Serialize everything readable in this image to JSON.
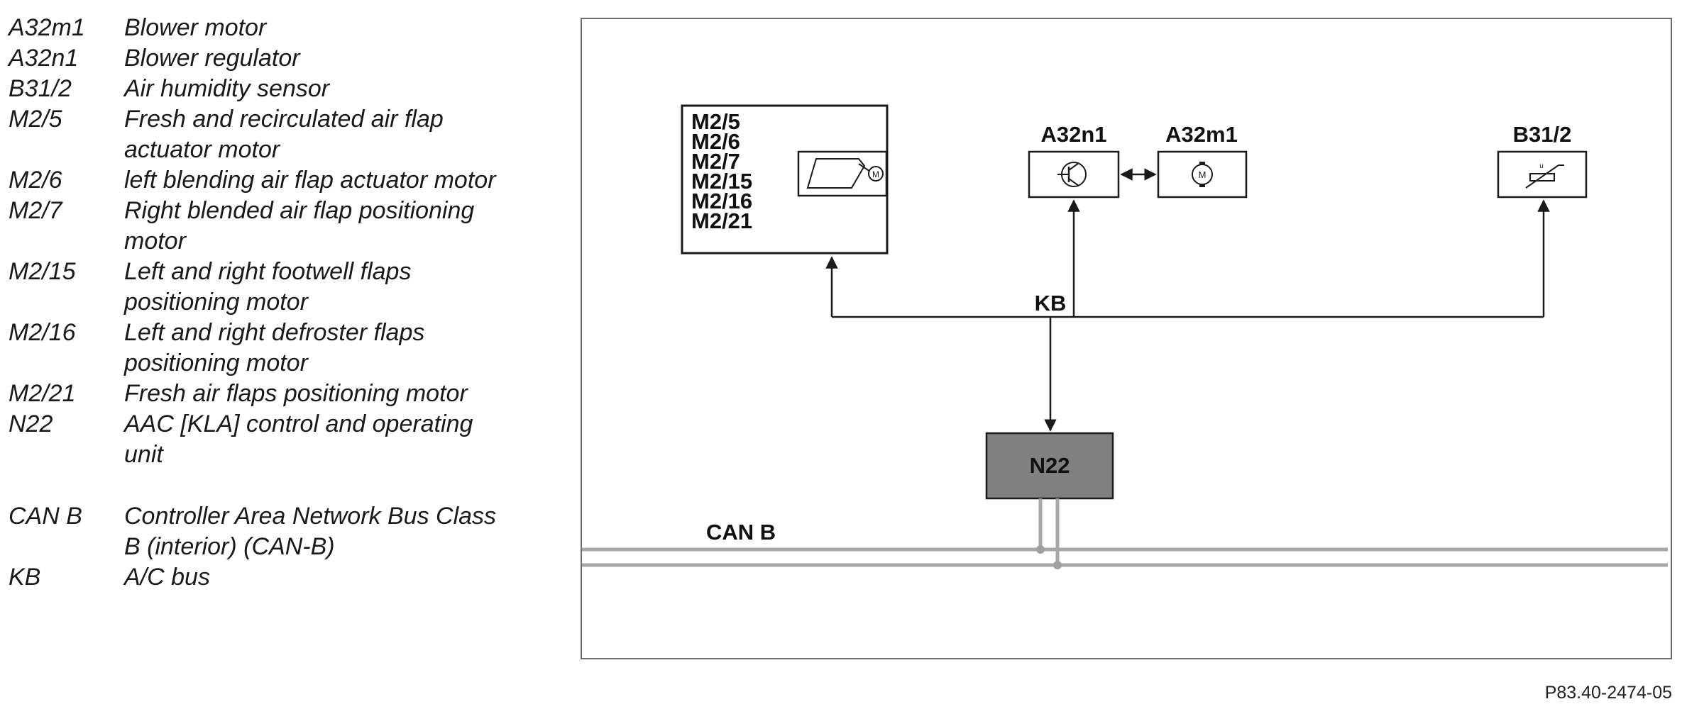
{
  "legend": [
    {
      "code": "A32m1",
      "desc": "Blower motor"
    },
    {
      "code": "A32n1",
      "desc": "Blower regulator"
    },
    {
      "code": "B31/2",
      "desc": "Air humidity sensor"
    },
    {
      "code": "M2/5",
      "desc": "Fresh and recirculated air flap actuator motor"
    },
    {
      "code": "M2/6",
      "desc": "left blending air flap actuator motor"
    },
    {
      "code": "M2/7",
      "desc": "Right blended air flap positioning motor"
    },
    {
      "code": "M2/15",
      "desc": "Left and right footwell flaps positioning motor"
    },
    {
      "code": "M2/16",
      "desc": "Left and right defroster flaps positioning motor"
    },
    {
      "code": "M2/21",
      "desc": "Fresh air flaps positioning motor"
    },
    {
      "code": "N22",
      "desc": "AAC [KLA] control and operating unit"
    },
    {
      "code": "CAN B",
      "desc": "Controller Area Network Bus Class B (interior) (CAN-B)"
    },
    {
      "code": "KB",
      "desc": "A/C bus"
    }
  ],
  "diagram": {
    "actuator_labels": [
      "M2/5",
      "M2/6",
      "M2/7",
      "M2/15",
      "M2/16",
      "M2/21"
    ],
    "regulator_label": "A32n1",
    "blower_label": "A32m1",
    "sensor_label": "B31/2",
    "bus_label": "KB",
    "control_unit_label": "N22",
    "can_label": "CAN B",
    "colors": {
      "line": "#1a1a1a",
      "control_unit_fill": "#808080",
      "can_lines": "#a8a8a8",
      "frame": "#6e6e6e"
    }
  },
  "figure_ref": "P83.40-2474-05"
}
